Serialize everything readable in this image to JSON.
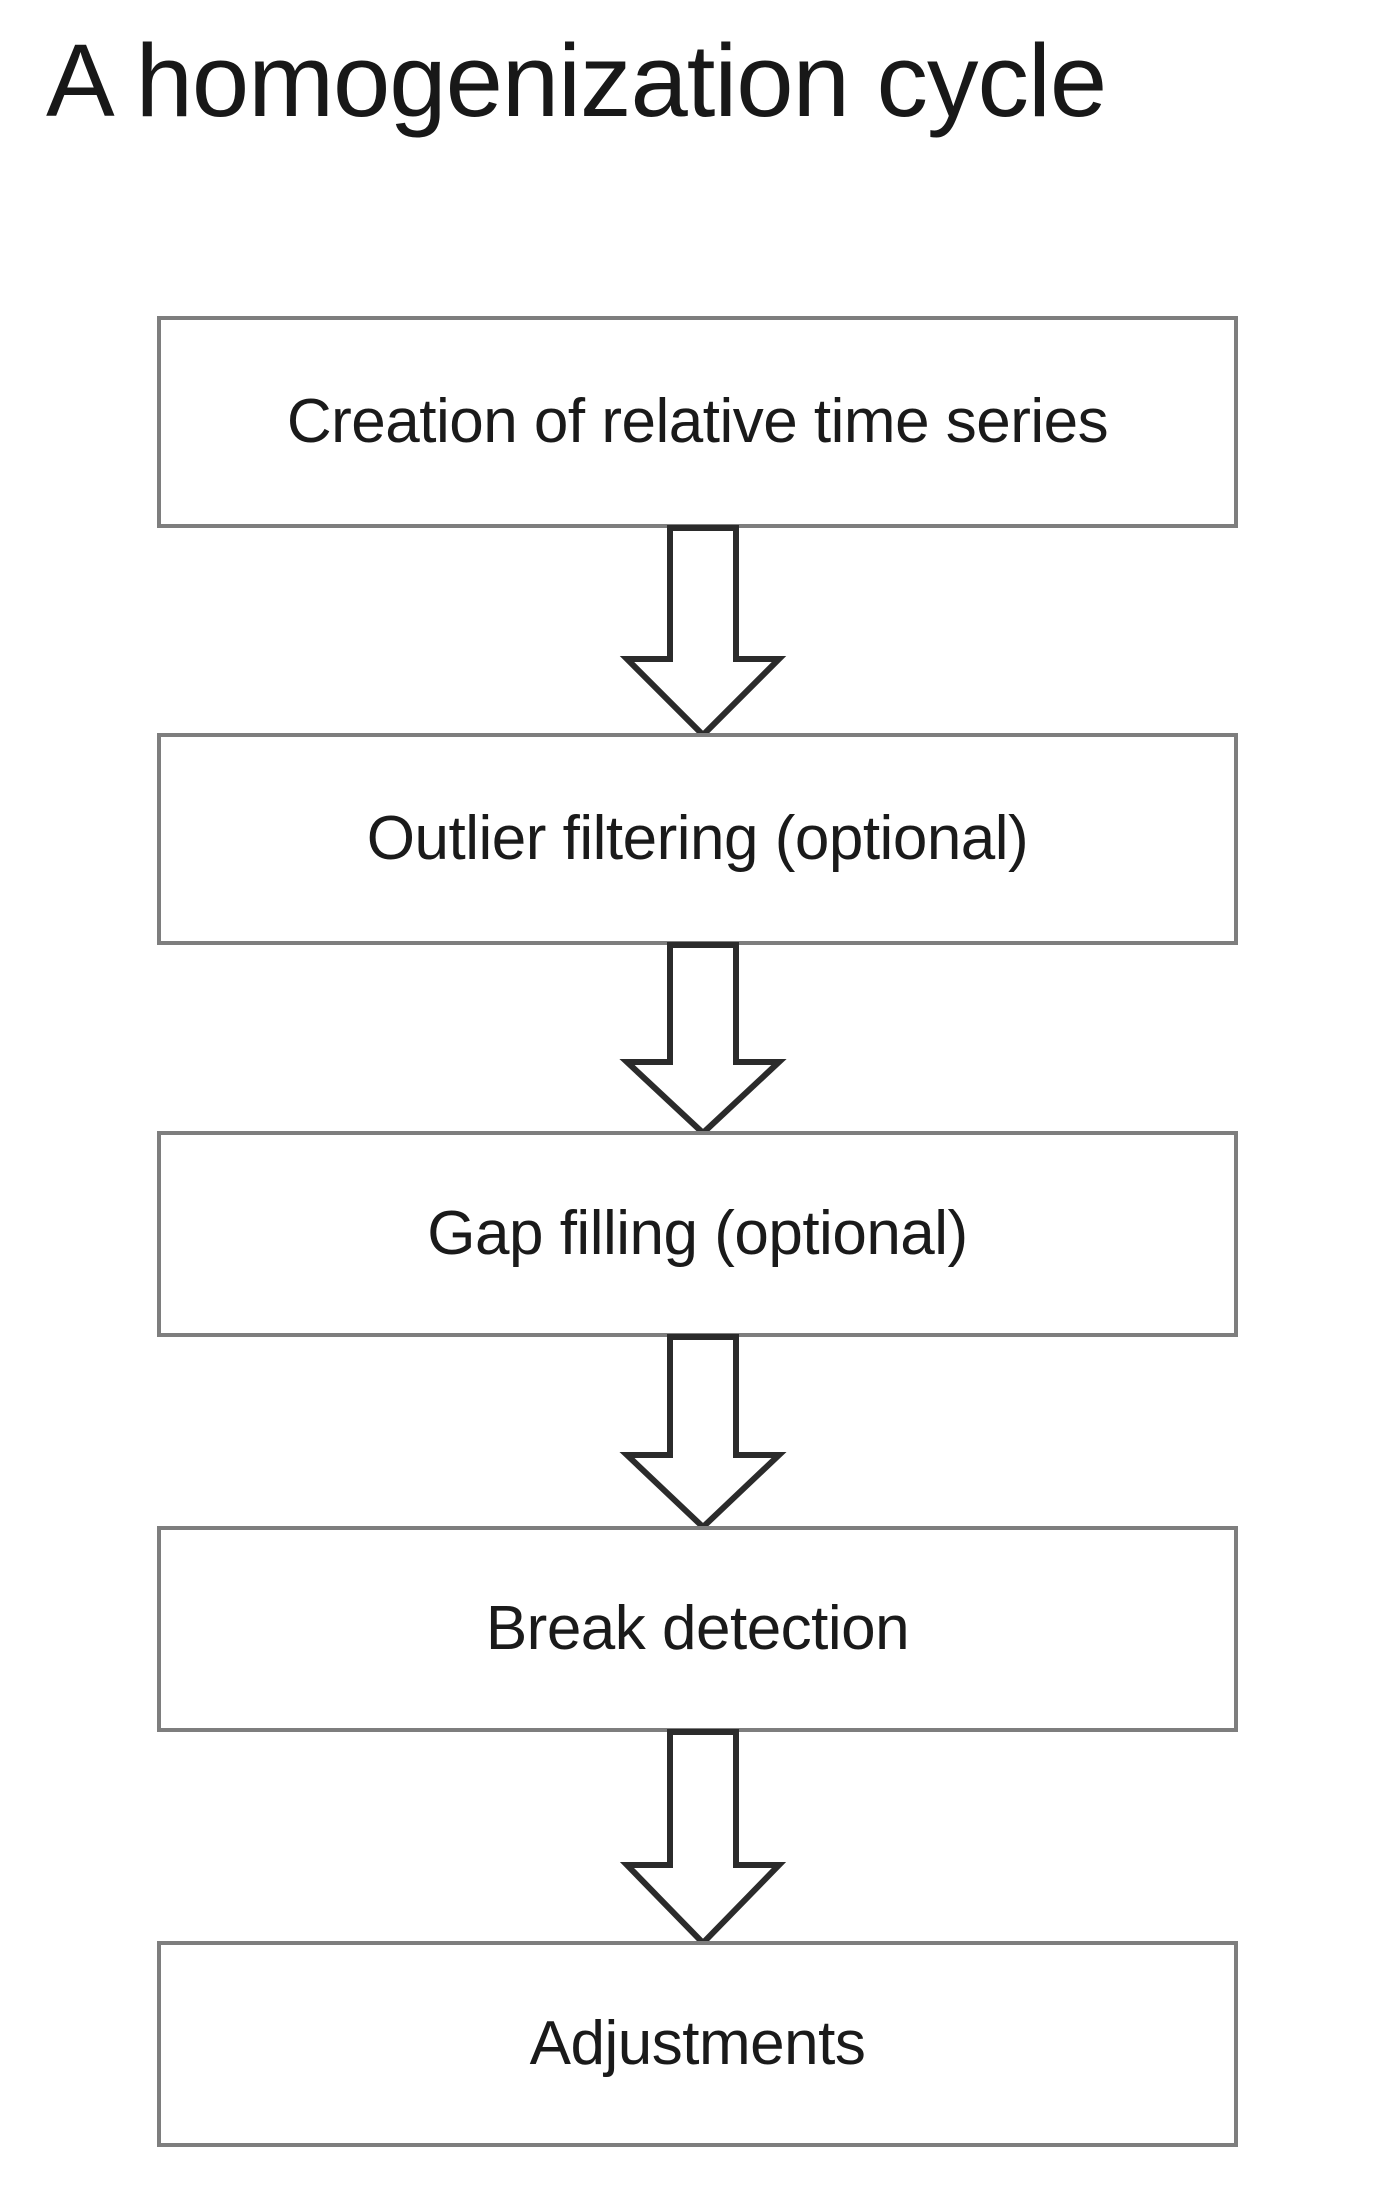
{
  "title": "A homogenization cycle",
  "diagram": {
    "type": "flowchart",
    "orientation": "vertical",
    "box_border_color": "#7e7e7e",
    "box_fill_color": "#ffffff",
    "arrow_outline_color": "#2b2b2b",
    "arrow_fill_color": "#ffffff",
    "text_color": "#1a1a1a",
    "steps": [
      {
        "id": "step-1",
        "label": "Creation of relative time series",
        "optional": false
      },
      {
        "id": "step-2",
        "label": "Outlier filtering (optional)",
        "optional": true
      },
      {
        "id": "step-3",
        "label": "Gap filling (optional)",
        "optional": true
      },
      {
        "id": "step-4",
        "label": "Break detection",
        "optional": false
      },
      {
        "id": "step-5",
        "label": "Adjustments",
        "optional": false
      }
    ],
    "connectors": [
      {
        "from": "step-1",
        "to": "step-2",
        "shape": "block-arrow-down"
      },
      {
        "from": "step-2",
        "to": "step-3",
        "shape": "block-arrow-down"
      },
      {
        "from": "step-3",
        "to": "step-4",
        "shape": "block-arrow-down"
      },
      {
        "from": "step-4",
        "to": "step-5",
        "shape": "block-arrow-down"
      }
    ]
  }
}
